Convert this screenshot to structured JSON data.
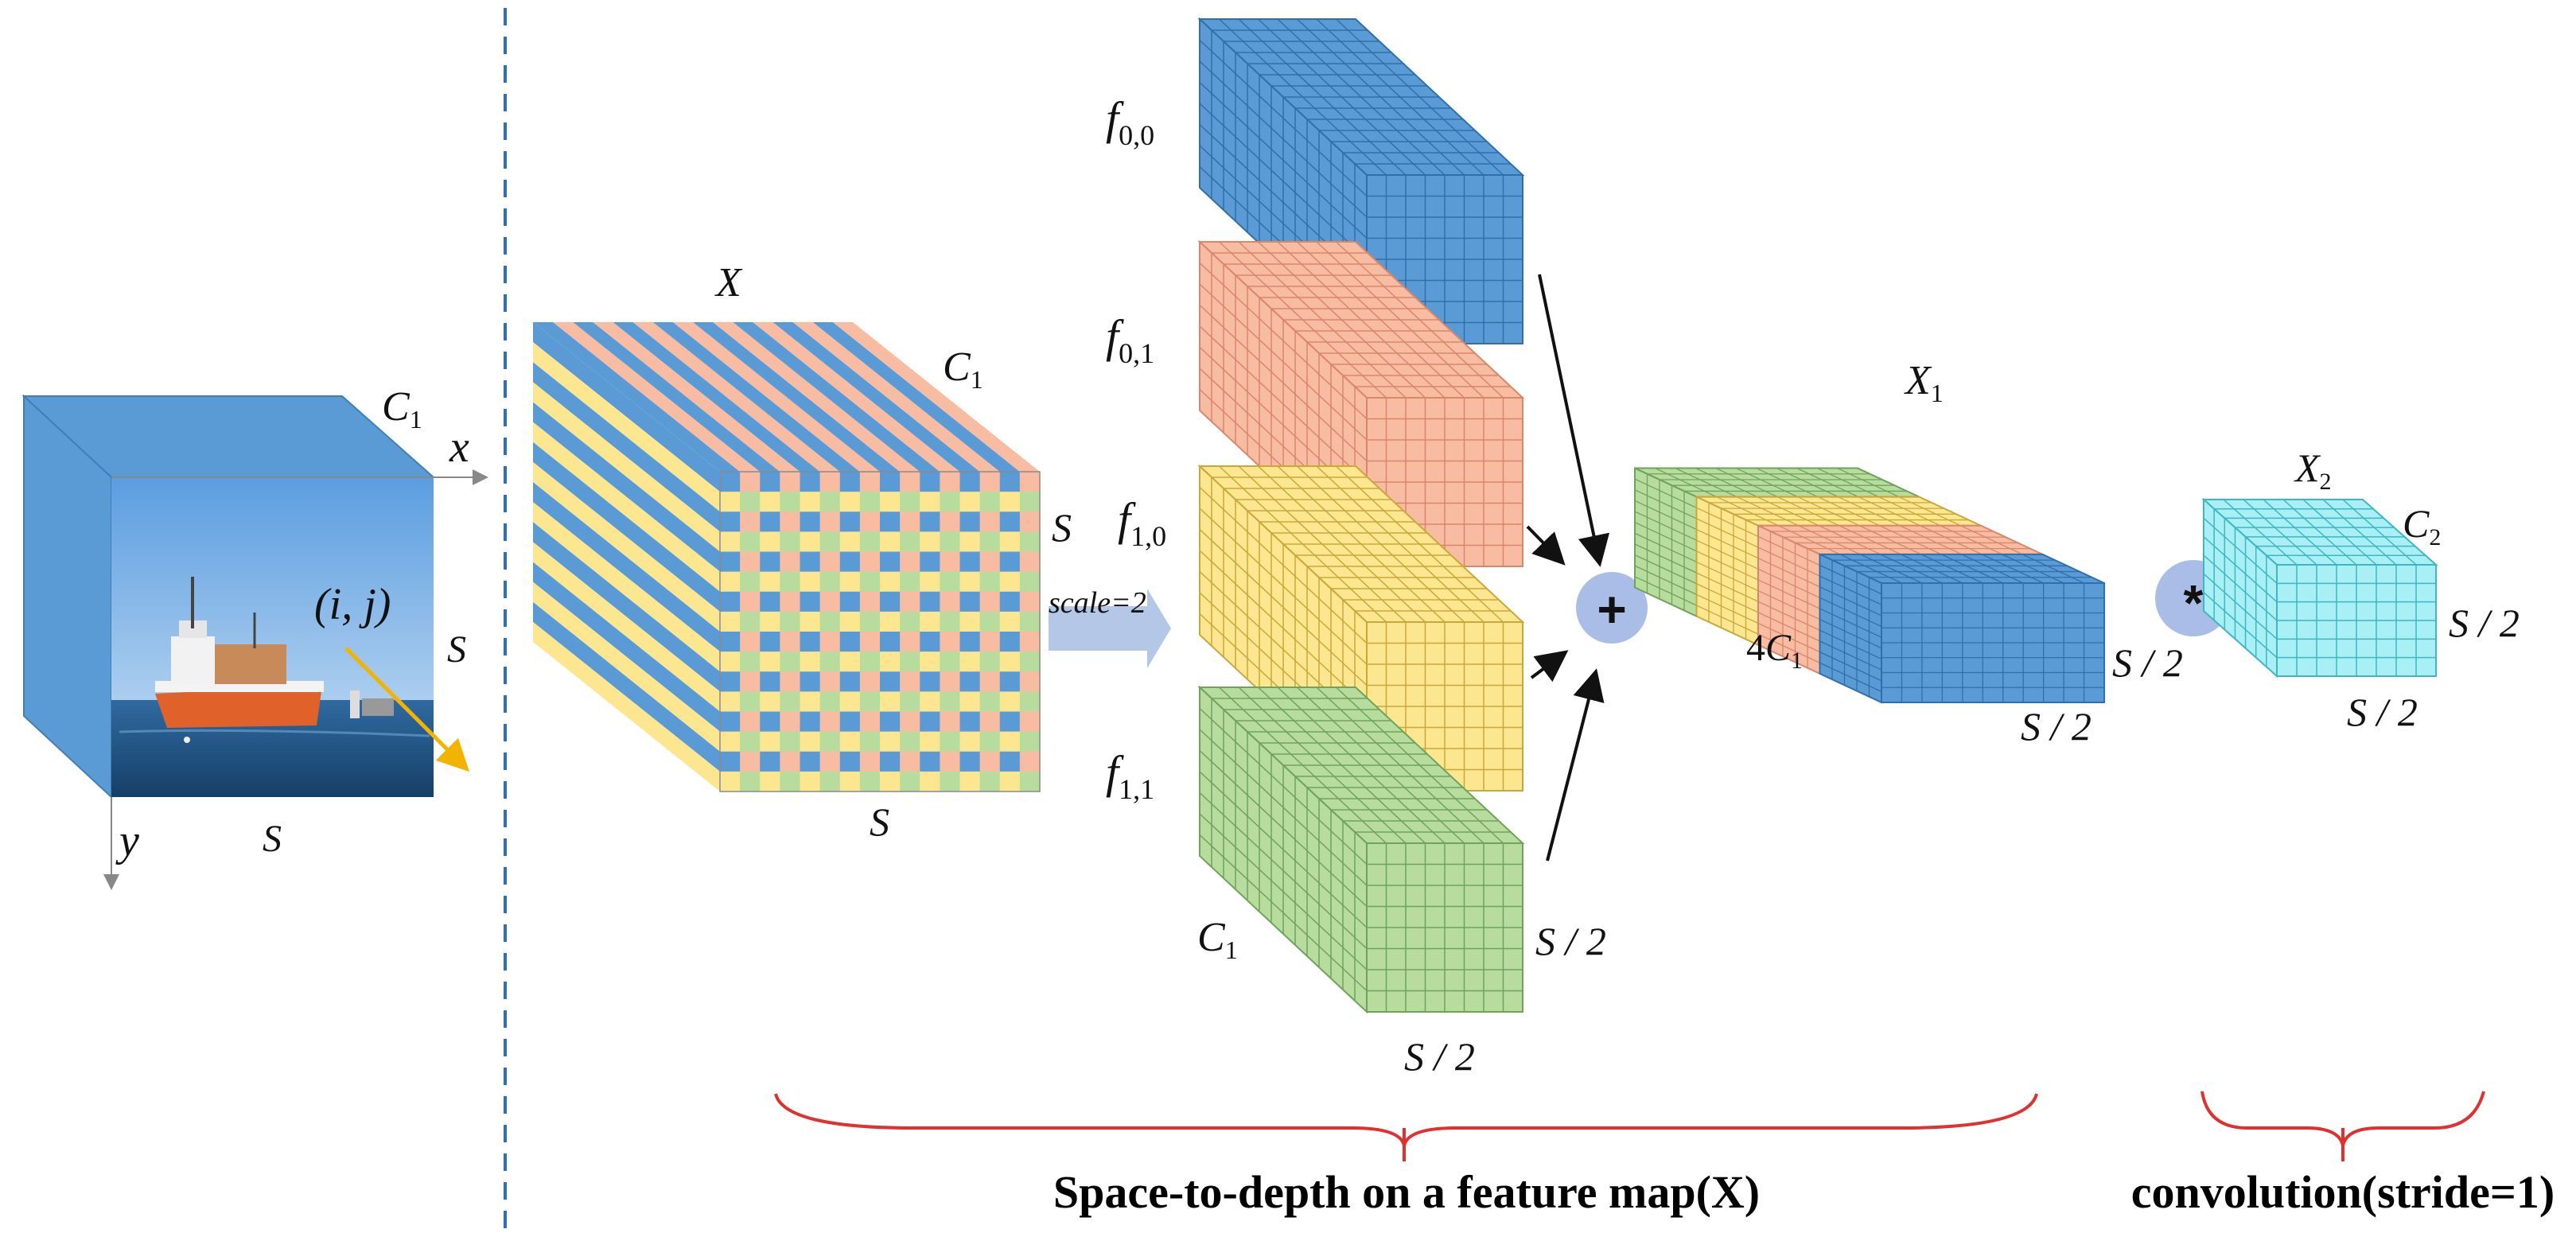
{
  "colors": {
    "blue": "#5b9bd5",
    "orange": "#f8bca2",
    "yellow": "#fde690",
    "green": "#b7dc9e",
    "cyan": "#a8f0f5",
    "divider": "#2e6fbd",
    "brace": "#e03030",
    "op_circle": "#a9bde6",
    "arrow_blue": "#b4c7e7",
    "gold_arrow": "#f2b400"
  },
  "input_cube": {
    "channel_label": "C",
    "channel_sub": "1",
    "x_axis": "x",
    "y_axis": "y",
    "coord": "(i, j)",
    "side_right": "S",
    "side_bottom": "S",
    "image_icon": "ship-photo"
  },
  "feature_map": {
    "name": "X",
    "channel_label": "C",
    "channel_sub": "1",
    "side_right": "S",
    "side_bottom": "S"
  },
  "scale_arrow": {
    "label": "scale=2"
  },
  "sub_maps": [
    {
      "label": "f",
      "sub": "0,0",
      "color": "blue"
    },
    {
      "label": "f",
      "sub": "0,1",
      "color": "orange"
    },
    {
      "label": "f",
      "sub": "1,0",
      "color": "yellow"
    },
    {
      "label": "f",
      "sub": "1,1",
      "color": "green"
    }
  ],
  "sub_map_dims": {
    "channel_label": "C",
    "channel_sub": "1",
    "side_right": "S / 2",
    "side_bottom": "S / 2"
  },
  "concat": {
    "symbol": "+"
  },
  "x1": {
    "name": "X",
    "sub": "1",
    "channels_prefix": "4",
    "channels_label": "C",
    "channels_sub": "1",
    "side_right": "S / 2",
    "side_bottom": "S / 2"
  },
  "conv": {
    "symbol": "*"
  },
  "x2": {
    "name": "X",
    "sub": "2",
    "channel_label": "C",
    "channel_sub": "2",
    "side_right": "S / 2",
    "side_bottom": "S / 2"
  },
  "captions": {
    "space_to_depth": "Space-to-depth on a feature map(X)",
    "convolution": "convolution(stride=1)"
  }
}
